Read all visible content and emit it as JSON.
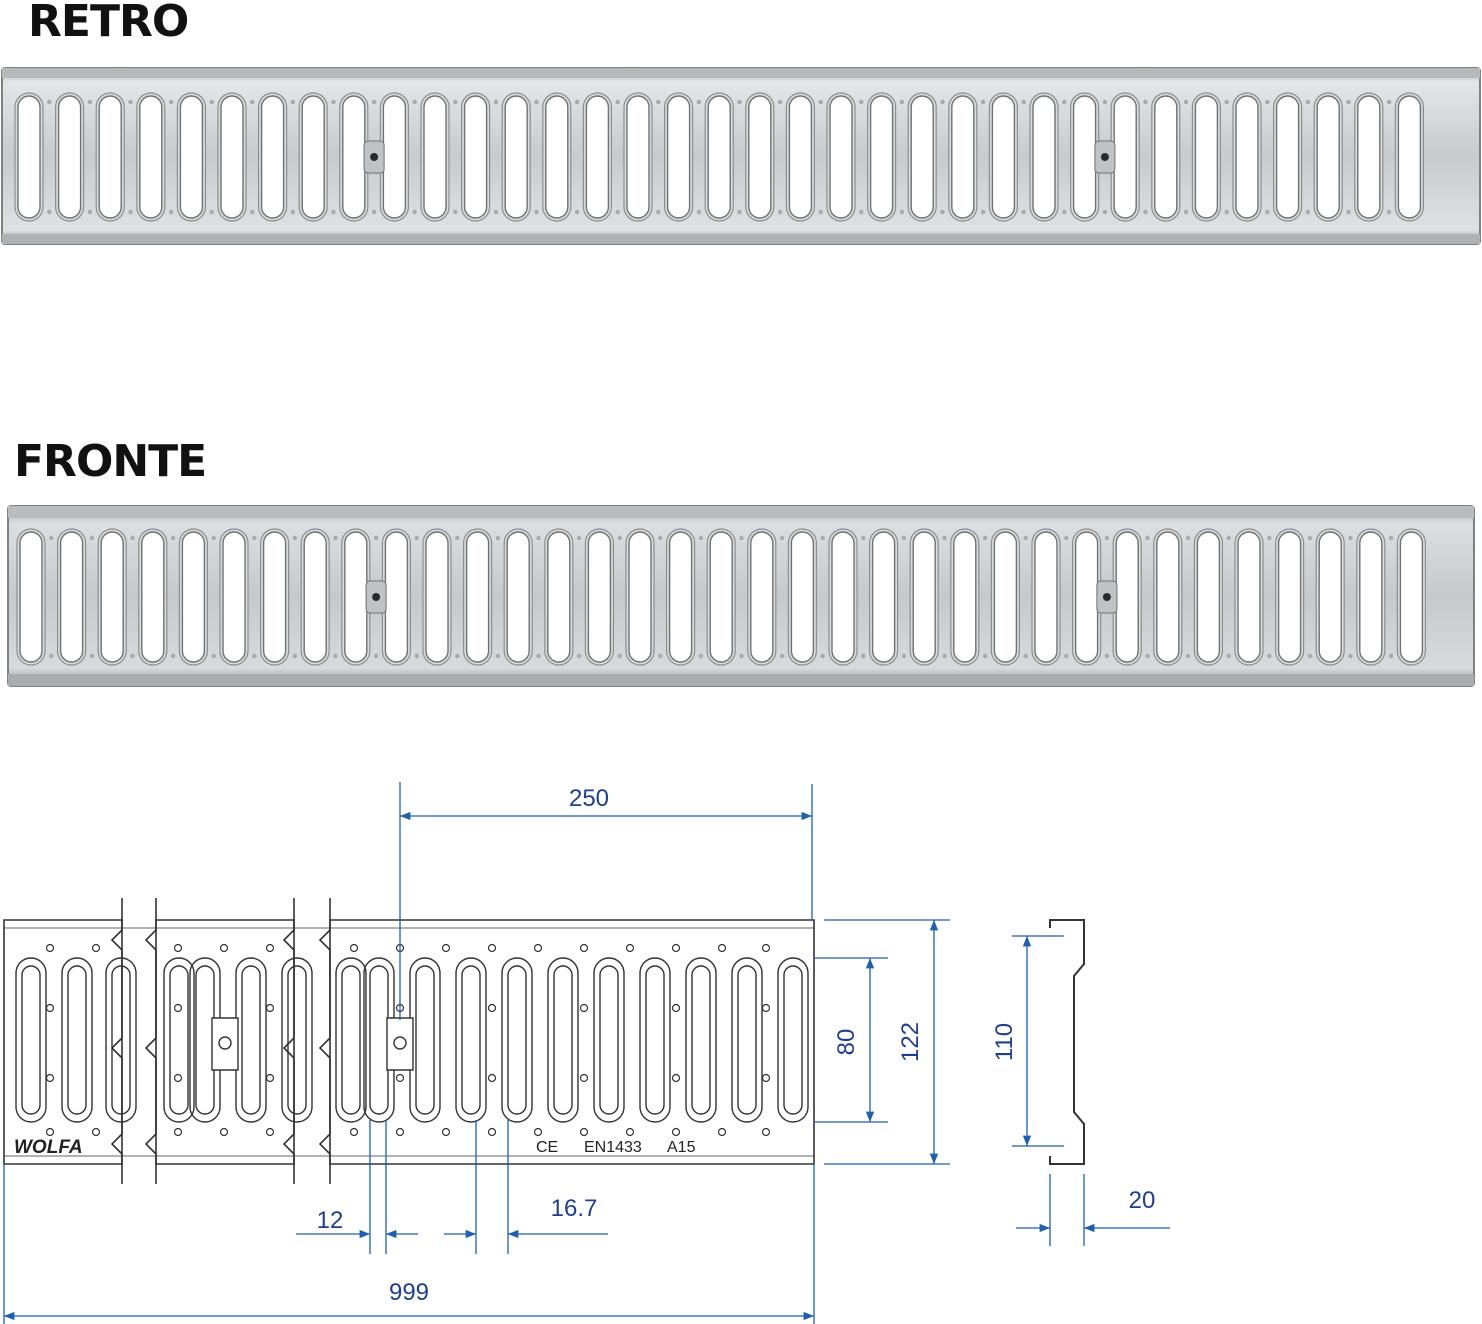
{
  "headings": {
    "retro": "RETRO",
    "fronte": "FRONTE"
  },
  "colors": {
    "dimension_line": "#1f5fae",
    "dimension_text": "#1f3f8c",
    "steel": "#c9cdd0",
    "outline": "#333333"
  },
  "photos": {
    "retro_slots": 35,
    "fronte_slots": 35
  },
  "drawing": {
    "logo": "WOLFA",
    "markings": {
      "ce": "CE",
      "standard": "EN1433",
      "class": "A15"
    },
    "dimensions": {
      "pitch": "250",
      "slot_length": "80",
      "grating_width": "122",
      "profile_height": "110",
      "slot_width": "12",
      "bar_width": "16.7",
      "total_length": "999",
      "profile_depth": "20"
    }
  }
}
